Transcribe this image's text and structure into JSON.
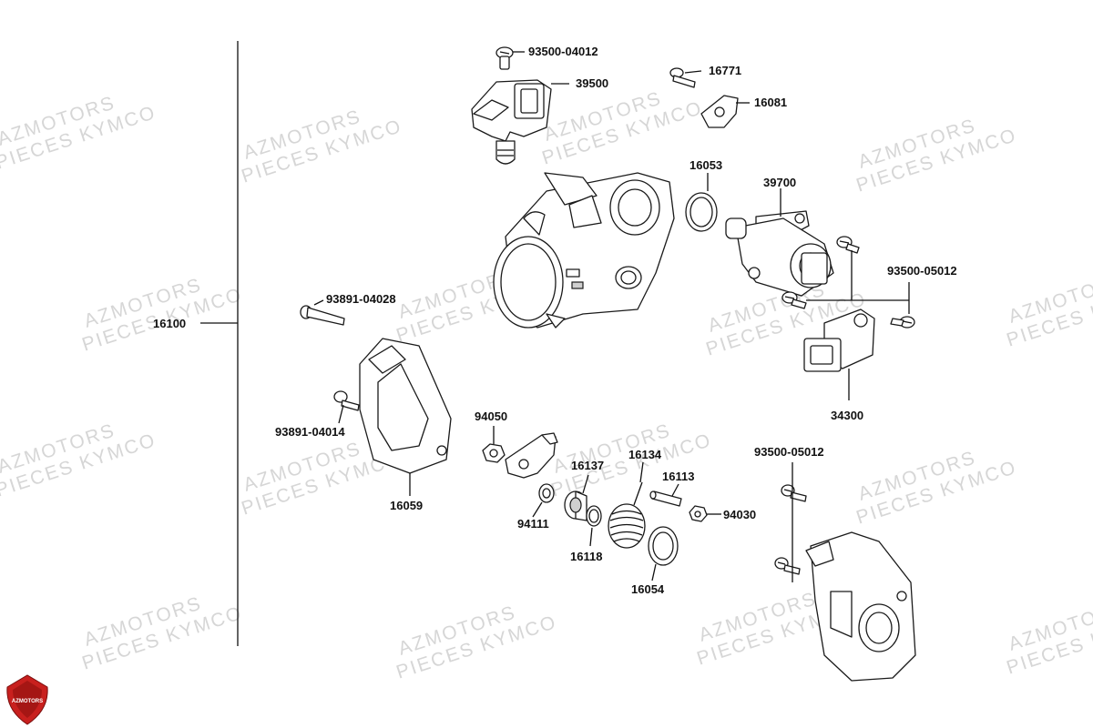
{
  "watermark": {
    "line1": "AZMOTORS",
    "line2": "PIECES KYMCO"
  },
  "logo_text": "AZMOTORS",
  "callouts": {
    "93500_04012_top": "93500-04012",
    "39500": "39500",
    "16771": "16771",
    "16081": "16081",
    "16053": "16053",
    "39700": "39700",
    "93500_05012_right": "93500-05012",
    "93891_04028": "93891-04028",
    "16100": "16100",
    "34300": "34300",
    "93891_04014": "93891-04014",
    "94050": "94050",
    "16134": "16134",
    "16137": "16137",
    "16113": "16113",
    "93500_05012_lower": "93500-05012",
    "94111": "94111",
    "94030": "94030",
    "16059": "16059",
    "16118": "16118",
    "16054": "16054"
  },
  "colors": {
    "line": "#111111",
    "watermark": "#d6d6d6",
    "logo_red": "#c8201e"
  }
}
